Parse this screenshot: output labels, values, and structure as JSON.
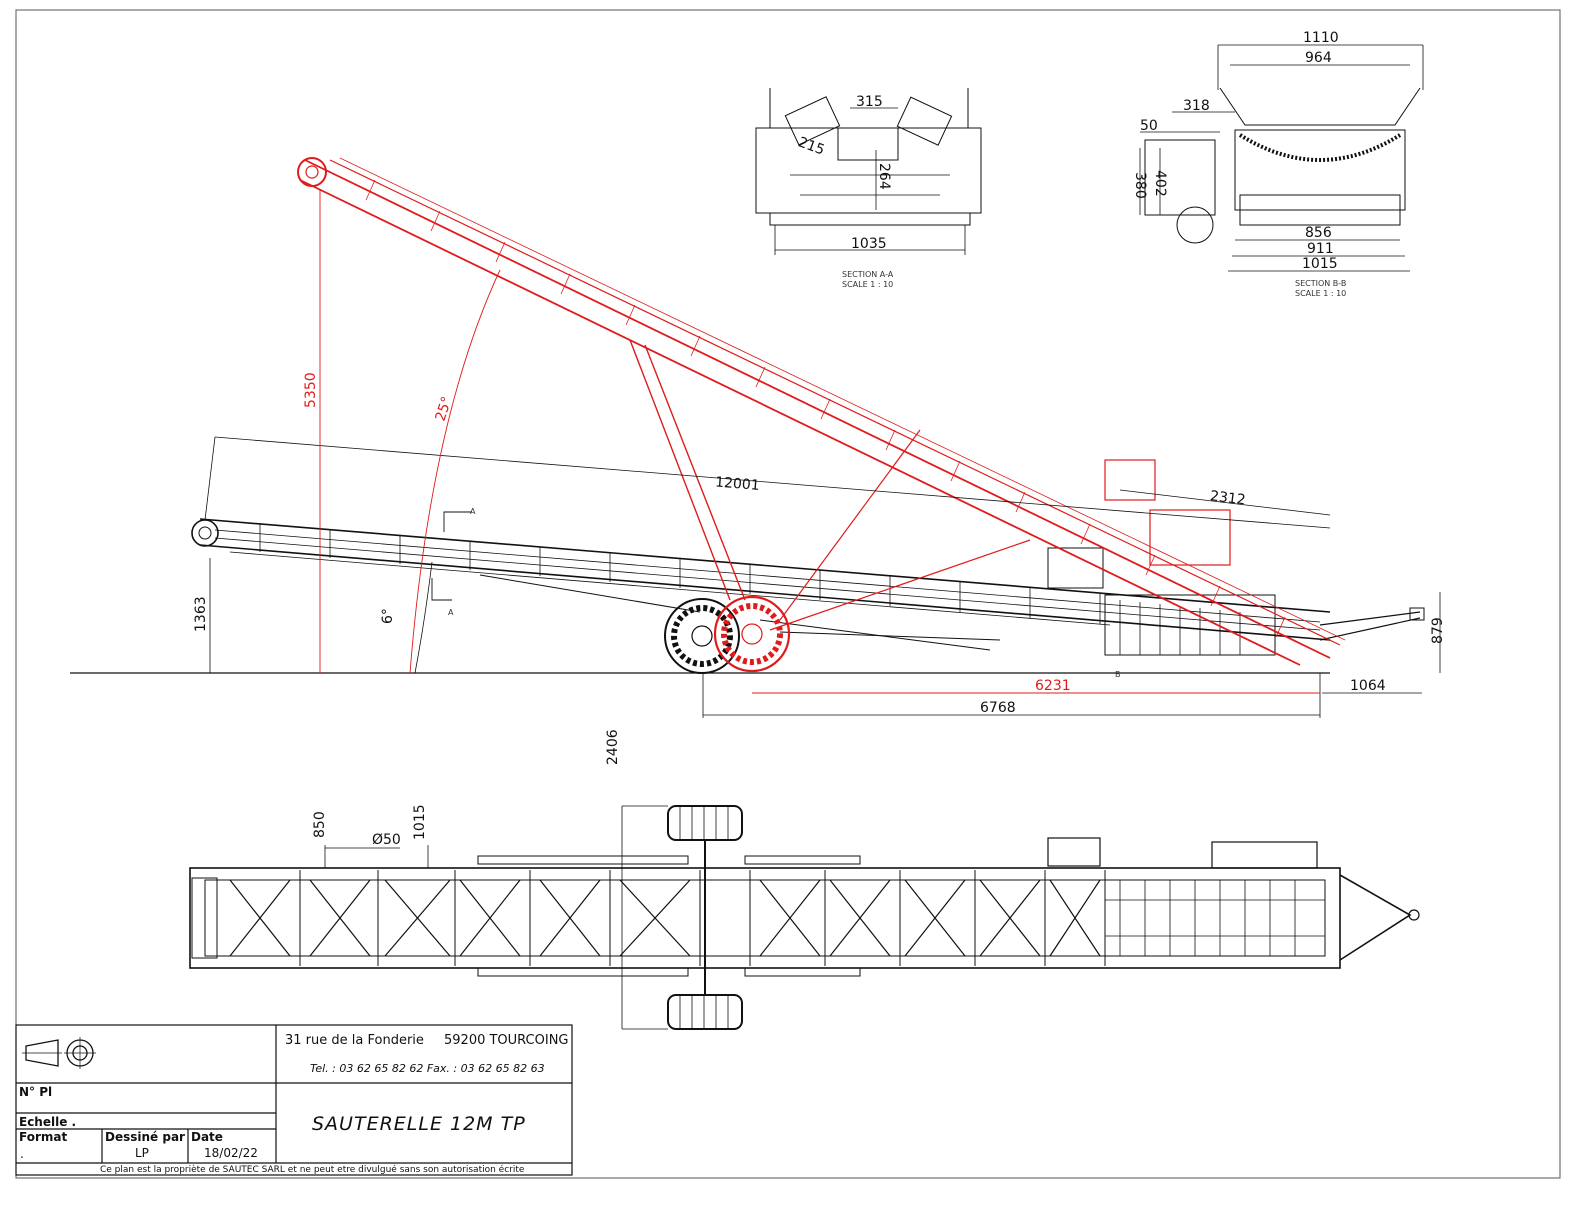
{
  "title_block": {
    "address": "31 rue de la Fonderie",
    "postcode_city": "59200 TOURCOING",
    "tel_fax": "Tel. : 03 62 65 82 62   Fax. : 03 62 65 82 63",
    "drawing_title": "SAUTERELLE 12M  TP",
    "labels": {
      "plan_no": "N° Pl",
      "scale": "Echelle .",
      "format": "Format",
      "drawn_by": "Dessiné par",
      "date": "Date"
    },
    "values": {
      "format": ".",
      "drawn_by": "LP",
      "date": "18/02/22"
    },
    "ownership_note": "Ce plan est la propriète de SAUTEC SARL et ne peut etre divulgué sans son autorisation écrite"
  },
  "sections": {
    "aa_title": "SECTION A-A",
    "aa_scale": "SCALE 1 : 10",
    "bb_title": "SECTION B-B",
    "bb_scale": "SCALE 1 : 10"
  },
  "dimensions": {
    "side": {
      "length": "12001",
      "rear_height": "1363",
      "angle_low": "6°",
      "height_raised": "5350",
      "angle_raised": "25°",
      "hopper": "2312",
      "tow_height": "879",
      "tow_length": "1064",
      "axle_raised": "6231",
      "axle_low": "6768",
      "section_marker_a": "A",
      "section_marker_b": "B"
    },
    "section_aa": {
      "top": "315",
      "roller": "215",
      "depth": "264",
      "width": "1035"
    },
    "section_bb": {
      "outer": "1110",
      "inner": "964",
      "motor": "318",
      "offset": "50",
      "h1": "380",
      "h2": "402",
      "w1": "856",
      "w2": "911",
      "w3": "1015"
    },
    "top_view": {
      "track": "2406",
      "w850": "850",
      "dia": "Ø50",
      "w1015": "1015"
    }
  },
  "colors": {
    "line": "#111111",
    "raised": "#e01b1b",
    "frame": "#333333"
  },
  "icons": {
    "projection": "third-angle-projection-symbol"
  }
}
